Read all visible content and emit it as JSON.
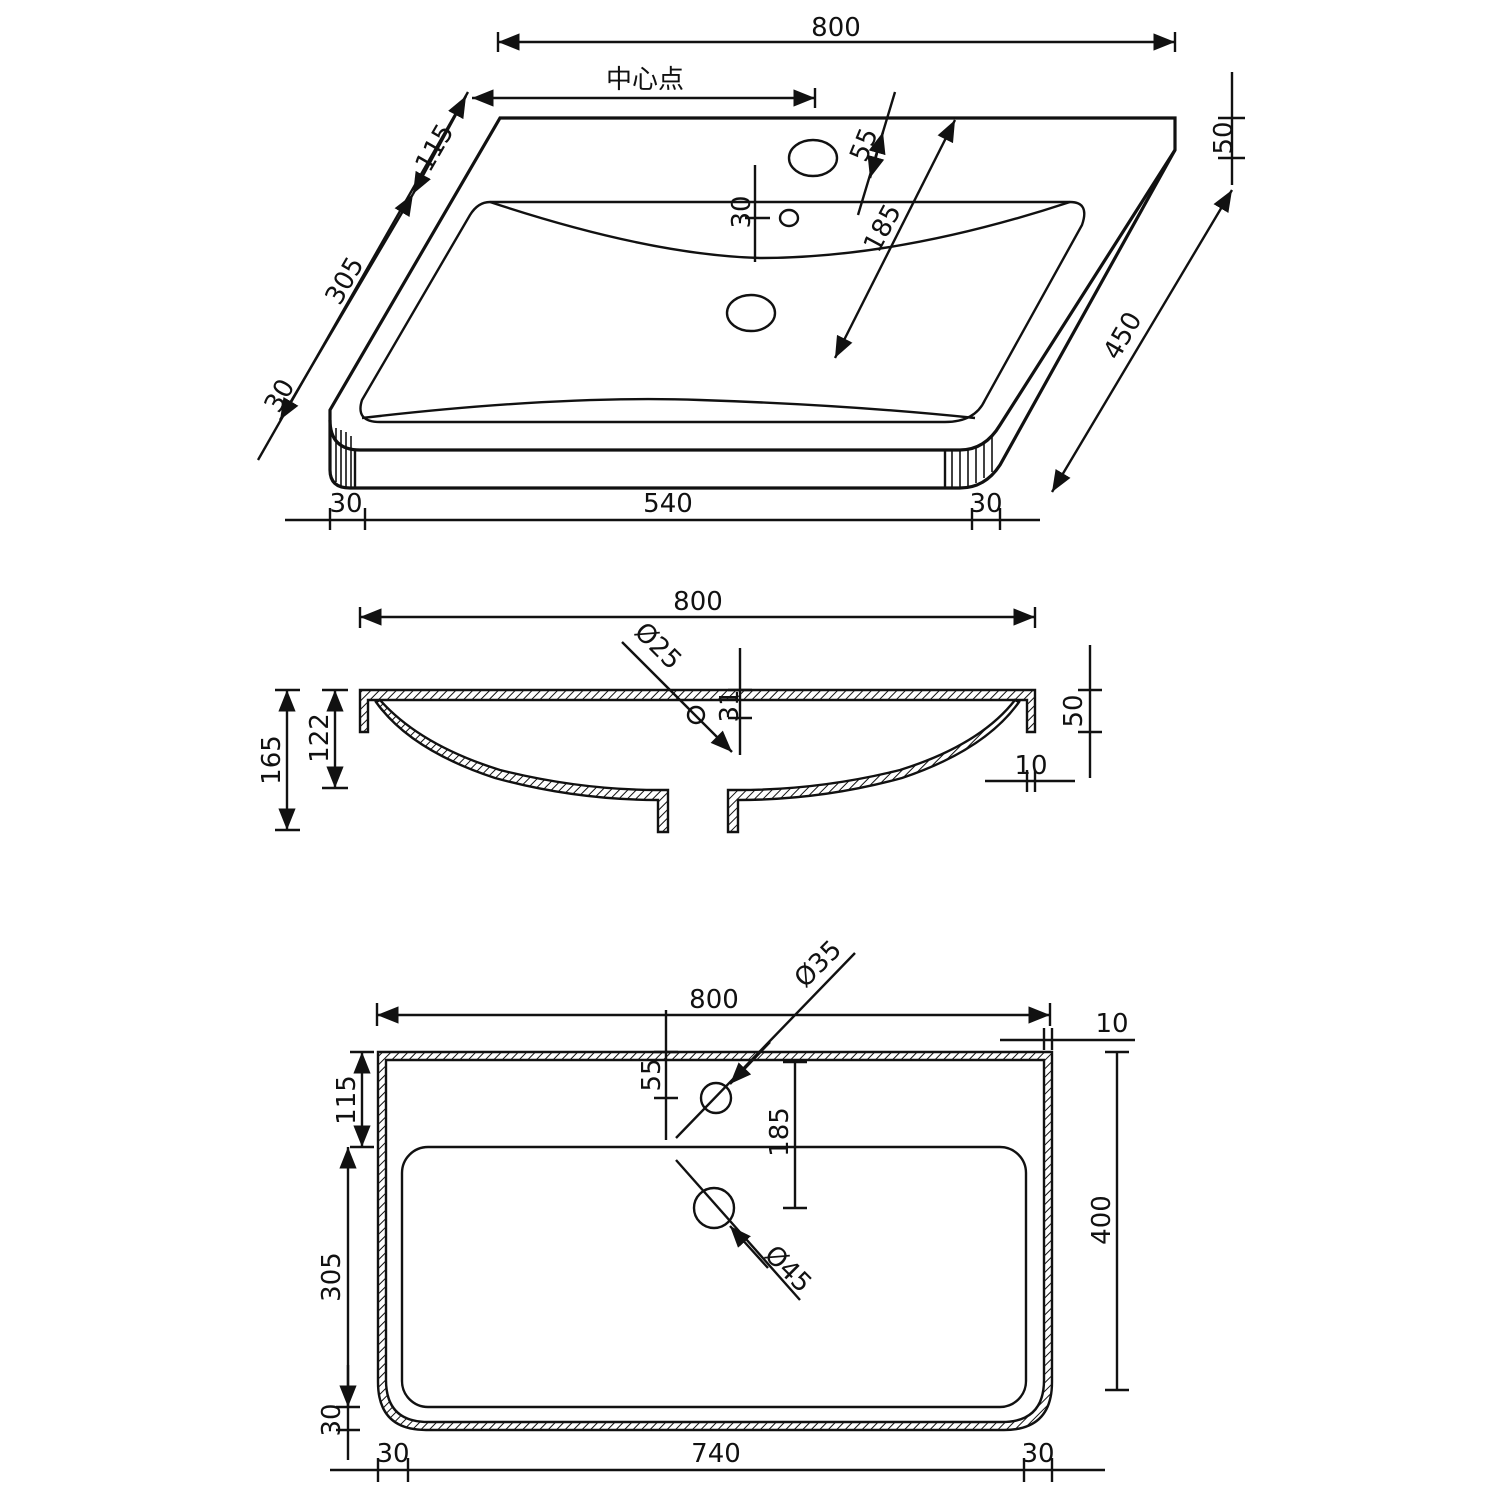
{
  "colors": {
    "line": "#111111",
    "background": "#ffffff",
    "hatch": "#111111"
  },
  "view_perspective": {
    "center_label": "中心点",
    "dim_width": "800",
    "dim_depth_front": "115",
    "dim_depth_mid": "305",
    "dim_depth_rim": "30",
    "dim_tap_offset": "55",
    "dim_hole_to_hole": "185",
    "dim_overflow": "30",
    "dim_height": "50",
    "dim_total_depth": "450",
    "dim_edge_left": "30",
    "dim_inner_width": "540",
    "dim_edge_right": "30"
  },
  "view_section": {
    "dim_width": "800",
    "dim_overflow_diameter": "Ø25",
    "dim_overflow_offset": "31",
    "dim_total_height": "165",
    "dim_bowl_height": "122",
    "dim_rim_height": "50",
    "dim_wall_thickness": "10"
  },
  "view_top": {
    "dim_width": "800",
    "dim_tap_diameter": "Ø35",
    "dim_wall_thickness": "10",
    "dim_tap_offset": "55",
    "dim_front_depth": "115",
    "dim_hole_spacing": "185",
    "dim_inner_depth": "400",
    "dim_drain_diameter": "Ø45",
    "dim_bowl_depth": "305",
    "dim_rim": "30",
    "dim_edge_left": "30",
    "dim_inner_width": "740",
    "dim_edge_right": "30"
  }
}
